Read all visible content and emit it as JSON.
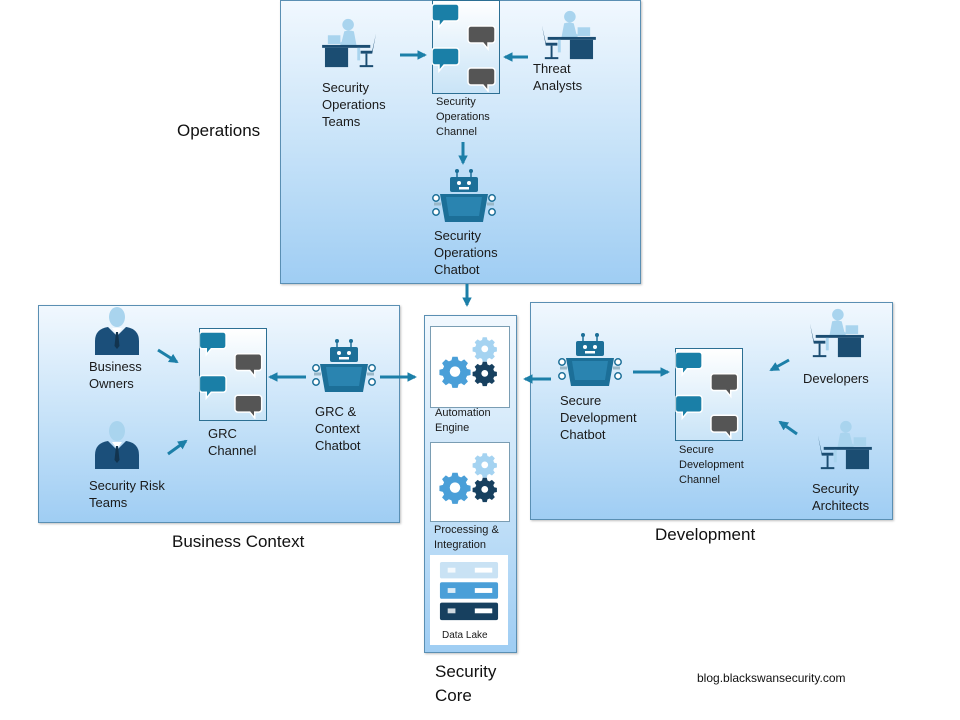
{
  "sections": {
    "operations": "Operations",
    "business_context": "Business Context",
    "development": "Development",
    "security_core": "Security\nCore"
  },
  "operations": {
    "teams": "Security\nOperations\nTeams",
    "channel": "Security\nOperations\nChannel",
    "analysts": "Threat\nAnalysts",
    "chatbot": "Security\nOperations\nChatbot"
  },
  "business": {
    "owners": "Business\nOwners",
    "risk_teams": "Security Risk\nTeams",
    "channel": "GRC\nChannel",
    "chatbot": "GRC &\nContext\nChatbot"
  },
  "core": {
    "automation": "Automation\nEngine",
    "processing": "Processing &\nIntegration",
    "data_lake": "Data Lake"
  },
  "development": {
    "chatbot": "Secure\nDevelopment\nChatbot",
    "channel": "Secure\nDevelopment\nChannel",
    "developers": "Developers",
    "architects": "Security\nArchitects"
  },
  "credit": "blog.blackswansecurity.com",
  "colors": {
    "arrow": "#1c7fa8",
    "bubble_blue": "#1a7fa7",
    "bubble_gray": "#555555",
    "gear_blue": "#4a9fd8",
    "gear_dark": "#17405f",
    "gear_light": "#a5d3f1",
    "robot": "#1c6f98",
    "person_light": "#a9d4ee",
    "desk": "#1b4d72",
    "businessman": "#1b4f7a"
  }
}
